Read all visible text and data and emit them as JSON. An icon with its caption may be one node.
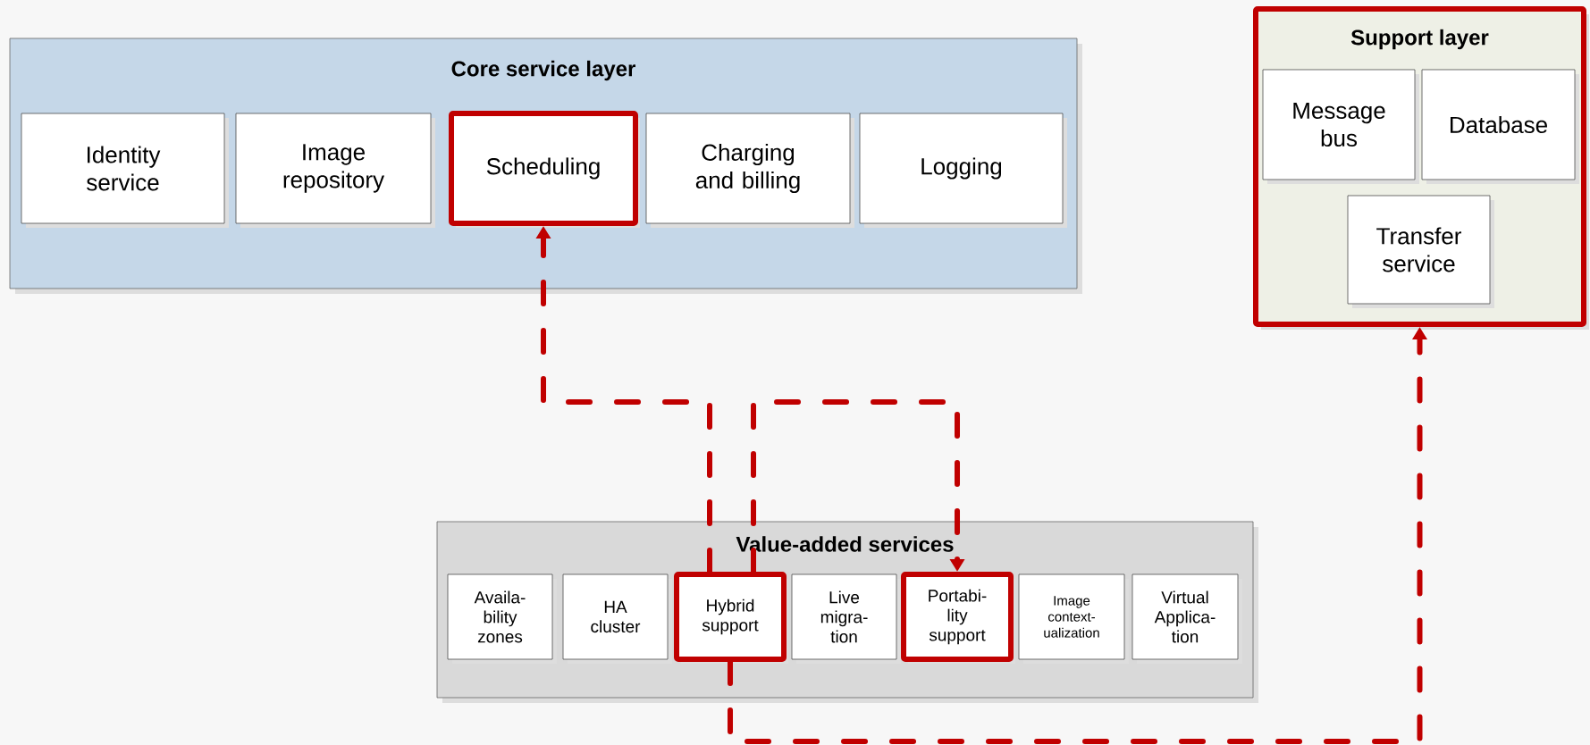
{
  "diagram": {
    "nodes": [
      {
        "text": [
          "Core service layer"
        ]
      },
      {
        "text": [
          "Identity service"
        ],
        "in": 0
      },
      {
        "text": [
          "Image repository"
        ],
        "in": 0
      },
      {
        "text": [
          "Scheduling"
        ],
        "in": 0
      },
      {
        "text": [
          "Charging and billing"
        ],
        "in": 0
      },
      {
        "text": [
          "Logging"
        ],
        "in": 0
      },
      {
        "text": [
          "Support layer"
        ]
      },
      {
        "text": [
          "Message bus"
        ],
        "in": 6
      },
      {
        "text": [
          "Database"
        ],
        "in": 6
      },
      {
        "text": [
          "Transfer service"
        ],
        "in": 6
      },
      {
        "text": [
          "Value-added services"
        ]
      },
      {
        "text": [
          "Availa- bility zones"
        ],
        "in": 10
      },
      {
        "text": [
          "HA cluster"
        ],
        "in": 10
      },
      {
        "text": [
          "Hybrid support"
        ],
        "in": 10
      },
      {
        "text": [
          "Live migra- tion"
        ],
        "in": 10
      },
      {
        "text": [
          "Portabi- lity support"
        ],
        "in": 10
      },
      {
        "text": [
          "Image context- ualization"
        ],
        "in": 10
      },
      {
        "text": [
          "Virtual Applica- tion"
        ],
        "in": 10
      }
    ],
    "edges": [
      {
        "from": 13,
        "to": 3,
        "arrow": "to",
        "style": "dashed"
      },
      {
        "from": 13,
        "to": 15,
        "arrow": "to",
        "style": "dashed"
      },
      {
        "from": 13,
        "to": 6,
        "arrow": "to",
        "style": "dashed"
      }
    ]
  }
}
